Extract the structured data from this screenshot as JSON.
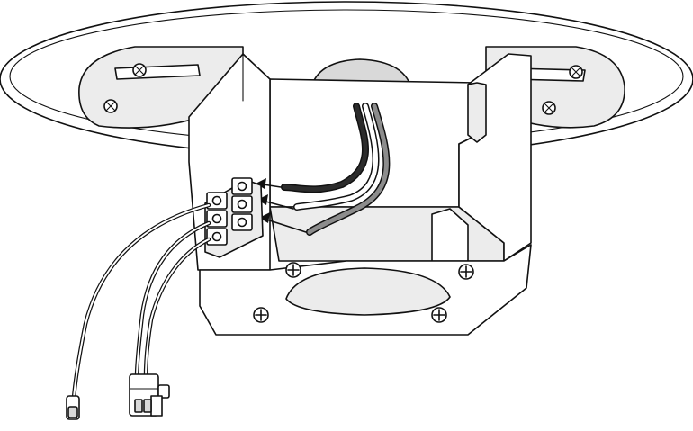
{
  "colors": {
    "ink": "#111111",
    "plate_shade": "#ececec",
    "plate_dark": "#d9d9d9",
    "wire_black": "#2c2c2c",
    "wire_gray": "#8c8c8c",
    "wire_white": "#ffffff"
  },
  "parts": [
    "ceiling-canopy-plate",
    "mounting-bracket",
    "terminal-block",
    "supply-wires",
    "output-leads",
    "connector-plug"
  ]
}
